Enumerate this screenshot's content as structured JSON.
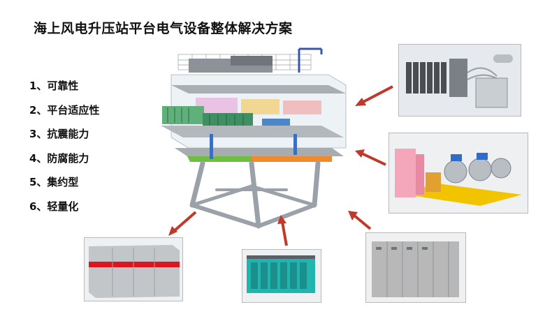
{
  "title": "海上风电升压站平台电气设备整体解决方案",
  "features": [
    "1、可靠性",
    "2、平台适应性",
    "3、抗震能力",
    "4、防腐能力",
    "5、集约型",
    "6、轻量化"
  ],
  "colors": {
    "arrow": "#c0392b",
    "cabinet_stripe": "#e0141e",
    "cabinet_grey": "#b8b8b8",
    "cabinet_teal": "#22b5b0",
    "gis_pink": "#f4a7ba",
    "gis_frame": "#f2c400"
  }
}
